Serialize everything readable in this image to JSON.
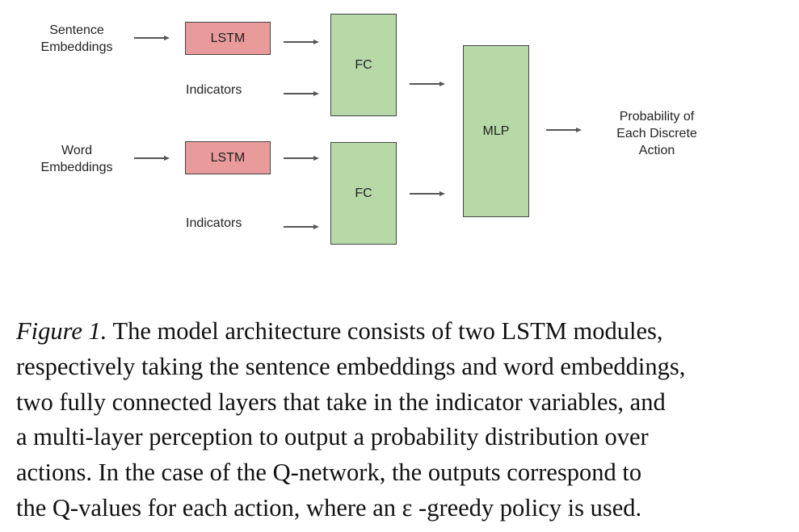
{
  "diagram": {
    "inputs": {
      "sentence": [
        "Sentence",
        "Embeddings"
      ],
      "word": [
        "Word",
        "Embeddings"
      ]
    },
    "lstm_label": "LSTM",
    "indicators_label": "Indicators",
    "fc_label": "FC",
    "mlp_label": "MLP",
    "output": [
      "Probability of",
      "Each Discrete",
      "Action"
    ],
    "colors": {
      "lstm_fill": "#e99a9a",
      "fc_fill": "#b7d9a8",
      "mlp_fill": "#b7d9a8",
      "border": "#444444",
      "arrow": "#555555"
    }
  },
  "caption": {
    "figure_label": "Figure 1.",
    "lines": [
      " The model architecture consists of two LSTM modules,",
      "respectively taking the sentence embeddings and word embeddings,",
      "two fully connected layers that take in the indicator variables, and",
      "a multi-layer perception to output a probability distribution over",
      "actions.  In the case of the Q-network, the outputs correspond to",
      "the Q-values for each action, where an ε -greedy policy is used."
    ]
  }
}
